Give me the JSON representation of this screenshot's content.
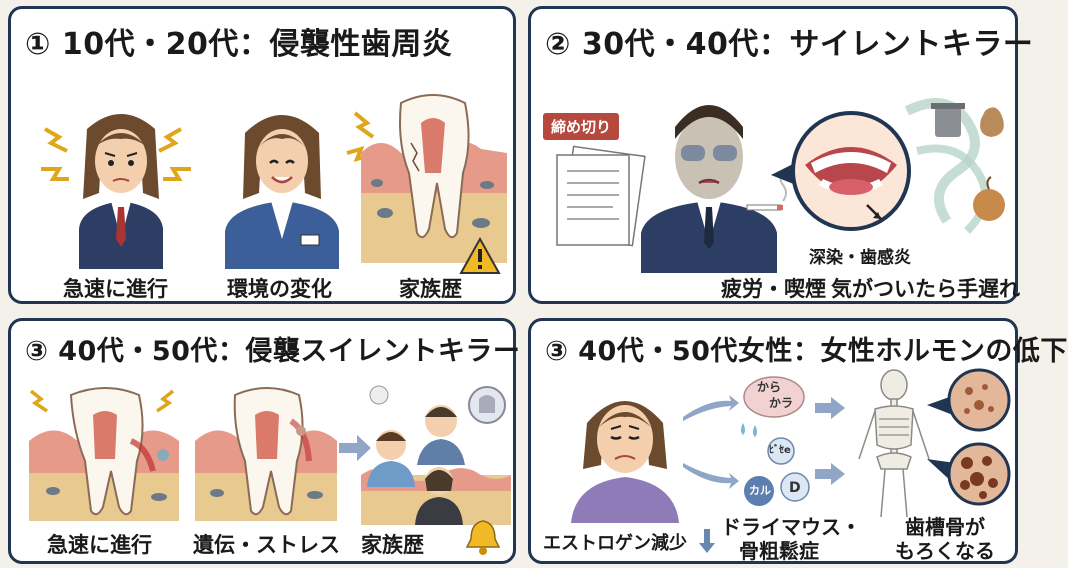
{
  "panel1": {
    "title": "① 10代・20代：侵襲性歯周炎",
    "labels": [
      "急速に進行",
      "環境の変化",
      "家族歴"
    ],
    "warning_icon": "warning-triangle-icon"
  },
  "panel2": {
    "title": "② 30代・40代：サイレントキラー",
    "deadline_tag": "締め切り",
    "mouth_label": "深染・歯感炎",
    "labels": [
      "疲労・喫煙",
      "気がついたら手遅れ"
    ]
  },
  "panel3": {
    "title": "③ 40代・50代：侵襲スイレントキラー",
    "labels": [
      "急速に進行",
      "遺伝・ストレス",
      "家族歴"
    ],
    "bell_icon": "bell-icon"
  },
  "panel4": {
    "title": "③ 40代・50代女性：女性ホルモンの低下",
    "bubble1_line1": "から",
    "bubble1_line2": "かラ",
    "pill_labels": [
      "ﾋﾞｾe",
      "カル",
      "D"
    ],
    "labels": [
      "エストロゲン減少",
      "ドライマウス・",
      "骨粗鬆症",
      "歯槽骨が",
      "もろくなる"
    ]
  },
  "colors": {
    "border": "#1f3552",
    "gum": "#e59a8a",
    "bone": "#e8c98f",
    "suit": "#2c3e63",
    "accent_red": "#b6483e"
  }
}
